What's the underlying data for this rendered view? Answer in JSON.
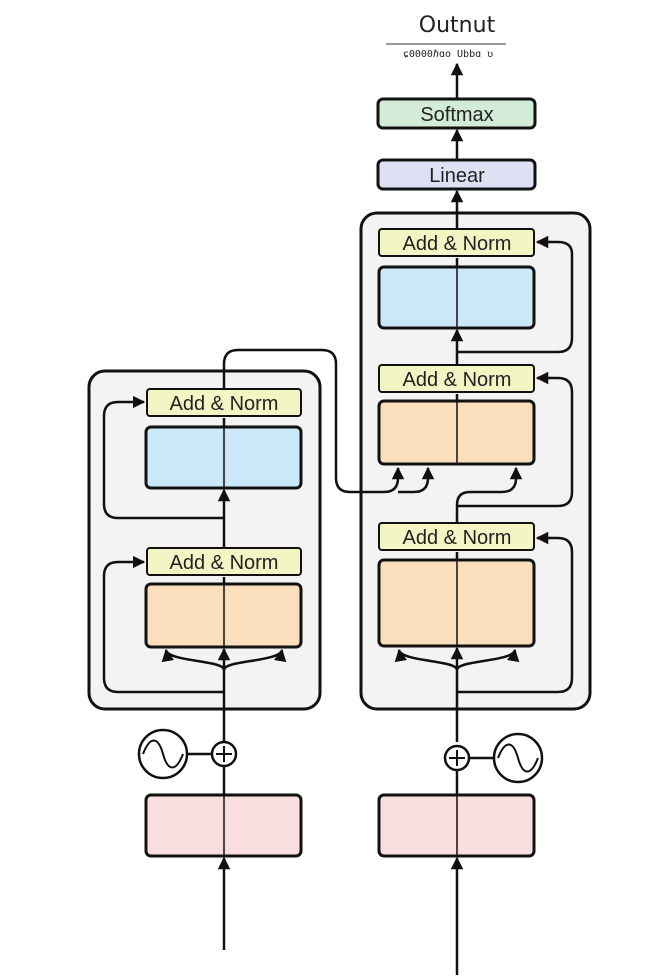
{
  "output": {
    "title": "Outnut",
    "subtitle": "ɕ0000ℏɑo Ubbɑ ʋ"
  },
  "decoder_head": {
    "softmax": "Softmax",
    "linear": "Linear"
  },
  "encoder": {
    "add_norm_top": "Add & Norm",
    "add_norm_bottom": "Add & Norm"
  },
  "decoder": {
    "add_norm_top": "Add & Norm",
    "add_norm_middle": "Add & Norm",
    "add_norm_bottom": "Add & Norm"
  },
  "colors": {
    "softmax": "#d2ecd7",
    "linear": "#dee1f4",
    "add_norm": "#f3f5c4",
    "feed_forward": "#cbe8f8",
    "attention": "#fbdfbd",
    "embedding": "#f8dede",
    "stack_background": "#f3f3f3"
  }
}
